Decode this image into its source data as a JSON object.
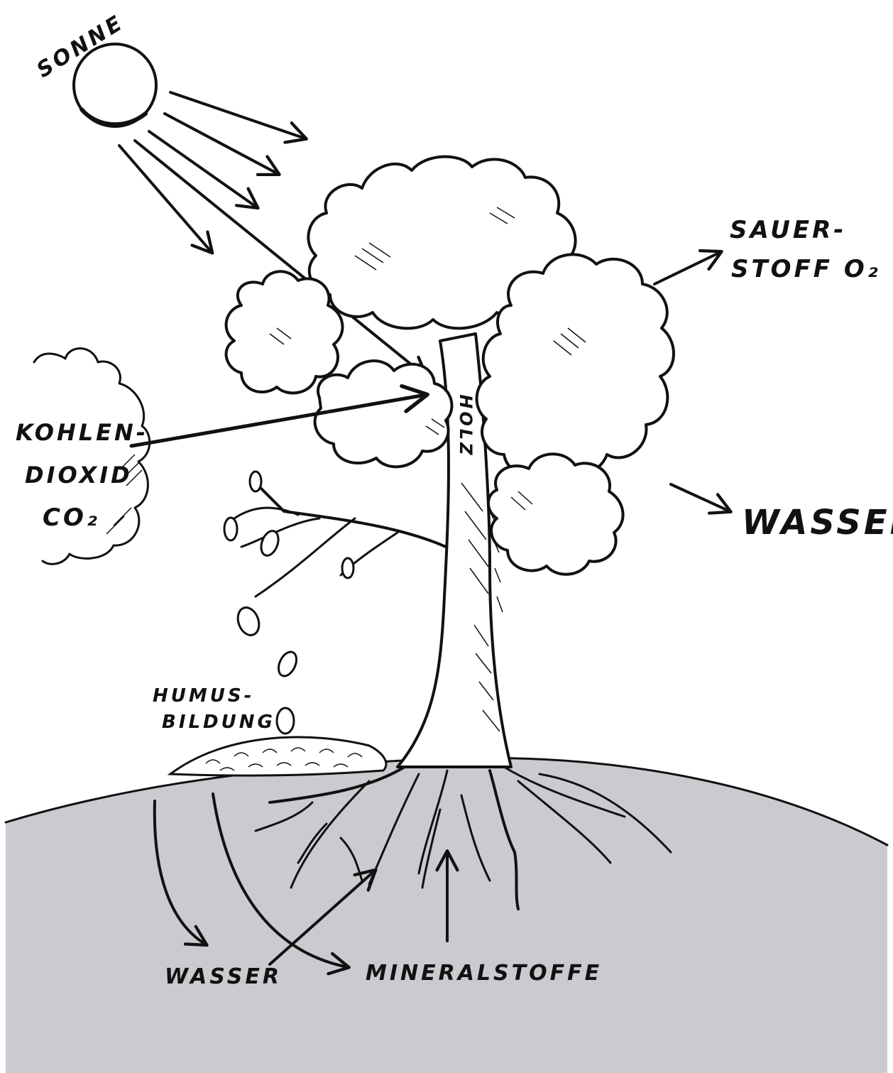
{
  "colors": {
    "ink": "#111111",
    "ground": "#c9cbcf",
    "background": "#ffffff"
  },
  "labels": {
    "sun": "SONNE",
    "oxygen_line1": "SAUER-",
    "oxygen_line2": "STOFF O₂",
    "co2_line1": "KOHLEN-",
    "co2_line2": "DIOXID",
    "co2_line3": "CO₂",
    "water_out": "WASSER",
    "wood": "HOLZ",
    "humus_line1": "HUMUS-",
    "humus_line2": "BILDUNG",
    "water_soil": "WASSER",
    "minerals": "MINERALSTOFFE"
  }
}
